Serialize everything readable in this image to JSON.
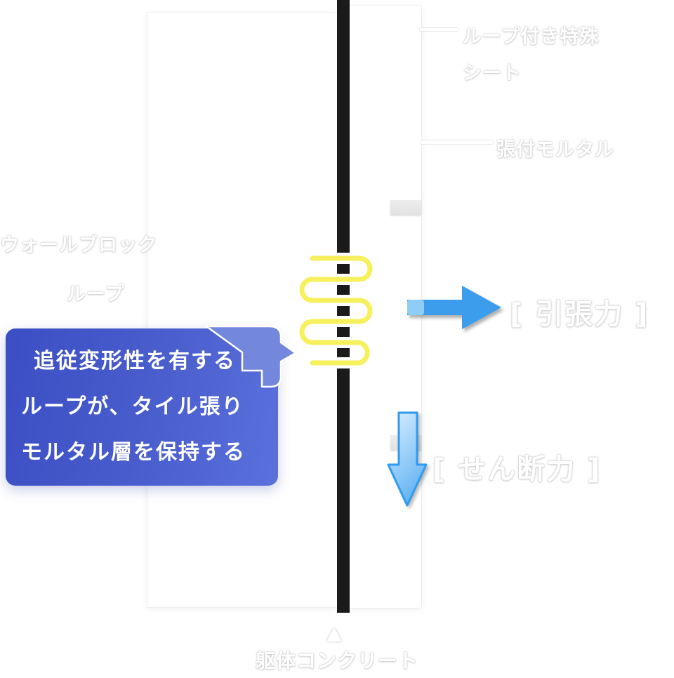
{
  "diagram_title_implied": "",
  "labels": {
    "sheet_line1": "ループ付き特殊",
    "sheet_line2": "シート",
    "mortar": "張付モルタル",
    "wall_block": "ウォールブロック",
    "loop": "ループ",
    "foundation": "躯体コンクリート"
  },
  "forces": {
    "tension": "[ 引張力 ]",
    "shear": "[ せん断力 ]"
  },
  "callout": {
    "line1": "追従変形性を有する",
    "line2": "ループが、タイル張り",
    "line3": "モルタル層を保持する"
  },
  "colors": {
    "arrow_blue": "#3d9ded",
    "arrow_light_cap": "#8ecdf8",
    "down_arrow_stroke": "#2f9cf0",
    "down_arrow_fill_top": "#dceefc",
    "down_arrow_fill_bottom": "#66b5f4",
    "loop_yellow": "#f6ef58",
    "callout_from": "#3b4ec4",
    "callout_to": "#5a71dc",
    "tail_fill": "#7387dc",
    "dark_layer": "#1b1b1b",
    "joint_gray": "#e9e9e9",
    "label_text": "#ffffff"
  }
}
